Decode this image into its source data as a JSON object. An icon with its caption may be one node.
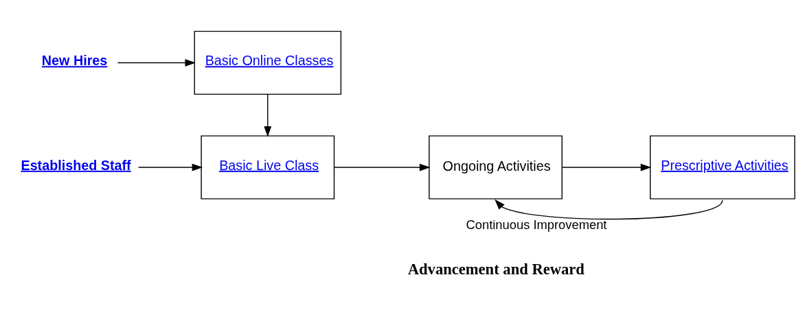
{
  "diagram": {
    "nodes": [
      {
        "text": [
          "New Hires"
        ]
      },
      {
        "text": [
          "Basic Online Classes"
        ]
      },
      {
        "text": [
          "Established Staff"
        ]
      },
      {
        "text": [
          "Basic Live Class"
        ]
      },
      {
        "text": [
          "Ongoing Activities"
        ]
      },
      {
        "text": [
          "Prescriptive Activities"
        ]
      }
    ],
    "edges": [
      {
        "from": 0,
        "to": 1,
        "arrow": "to"
      },
      {
        "from": 1,
        "to": 3,
        "arrow": "to"
      },
      {
        "from": 2,
        "to": 3,
        "arrow": "to"
      },
      {
        "from": 3,
        "to": 4,
        "arrow": "to"
      },
      {
        "from": 4,
        "to": 5,
        "arrow": "to"
      },
      {
        "from": 5,
        "to": 4,
        "arrow": "to",
        "label": "Continuous Improvement"
      }
    ],
    "labels": [
      "Advancement and Reward"
    ]
  }
}
